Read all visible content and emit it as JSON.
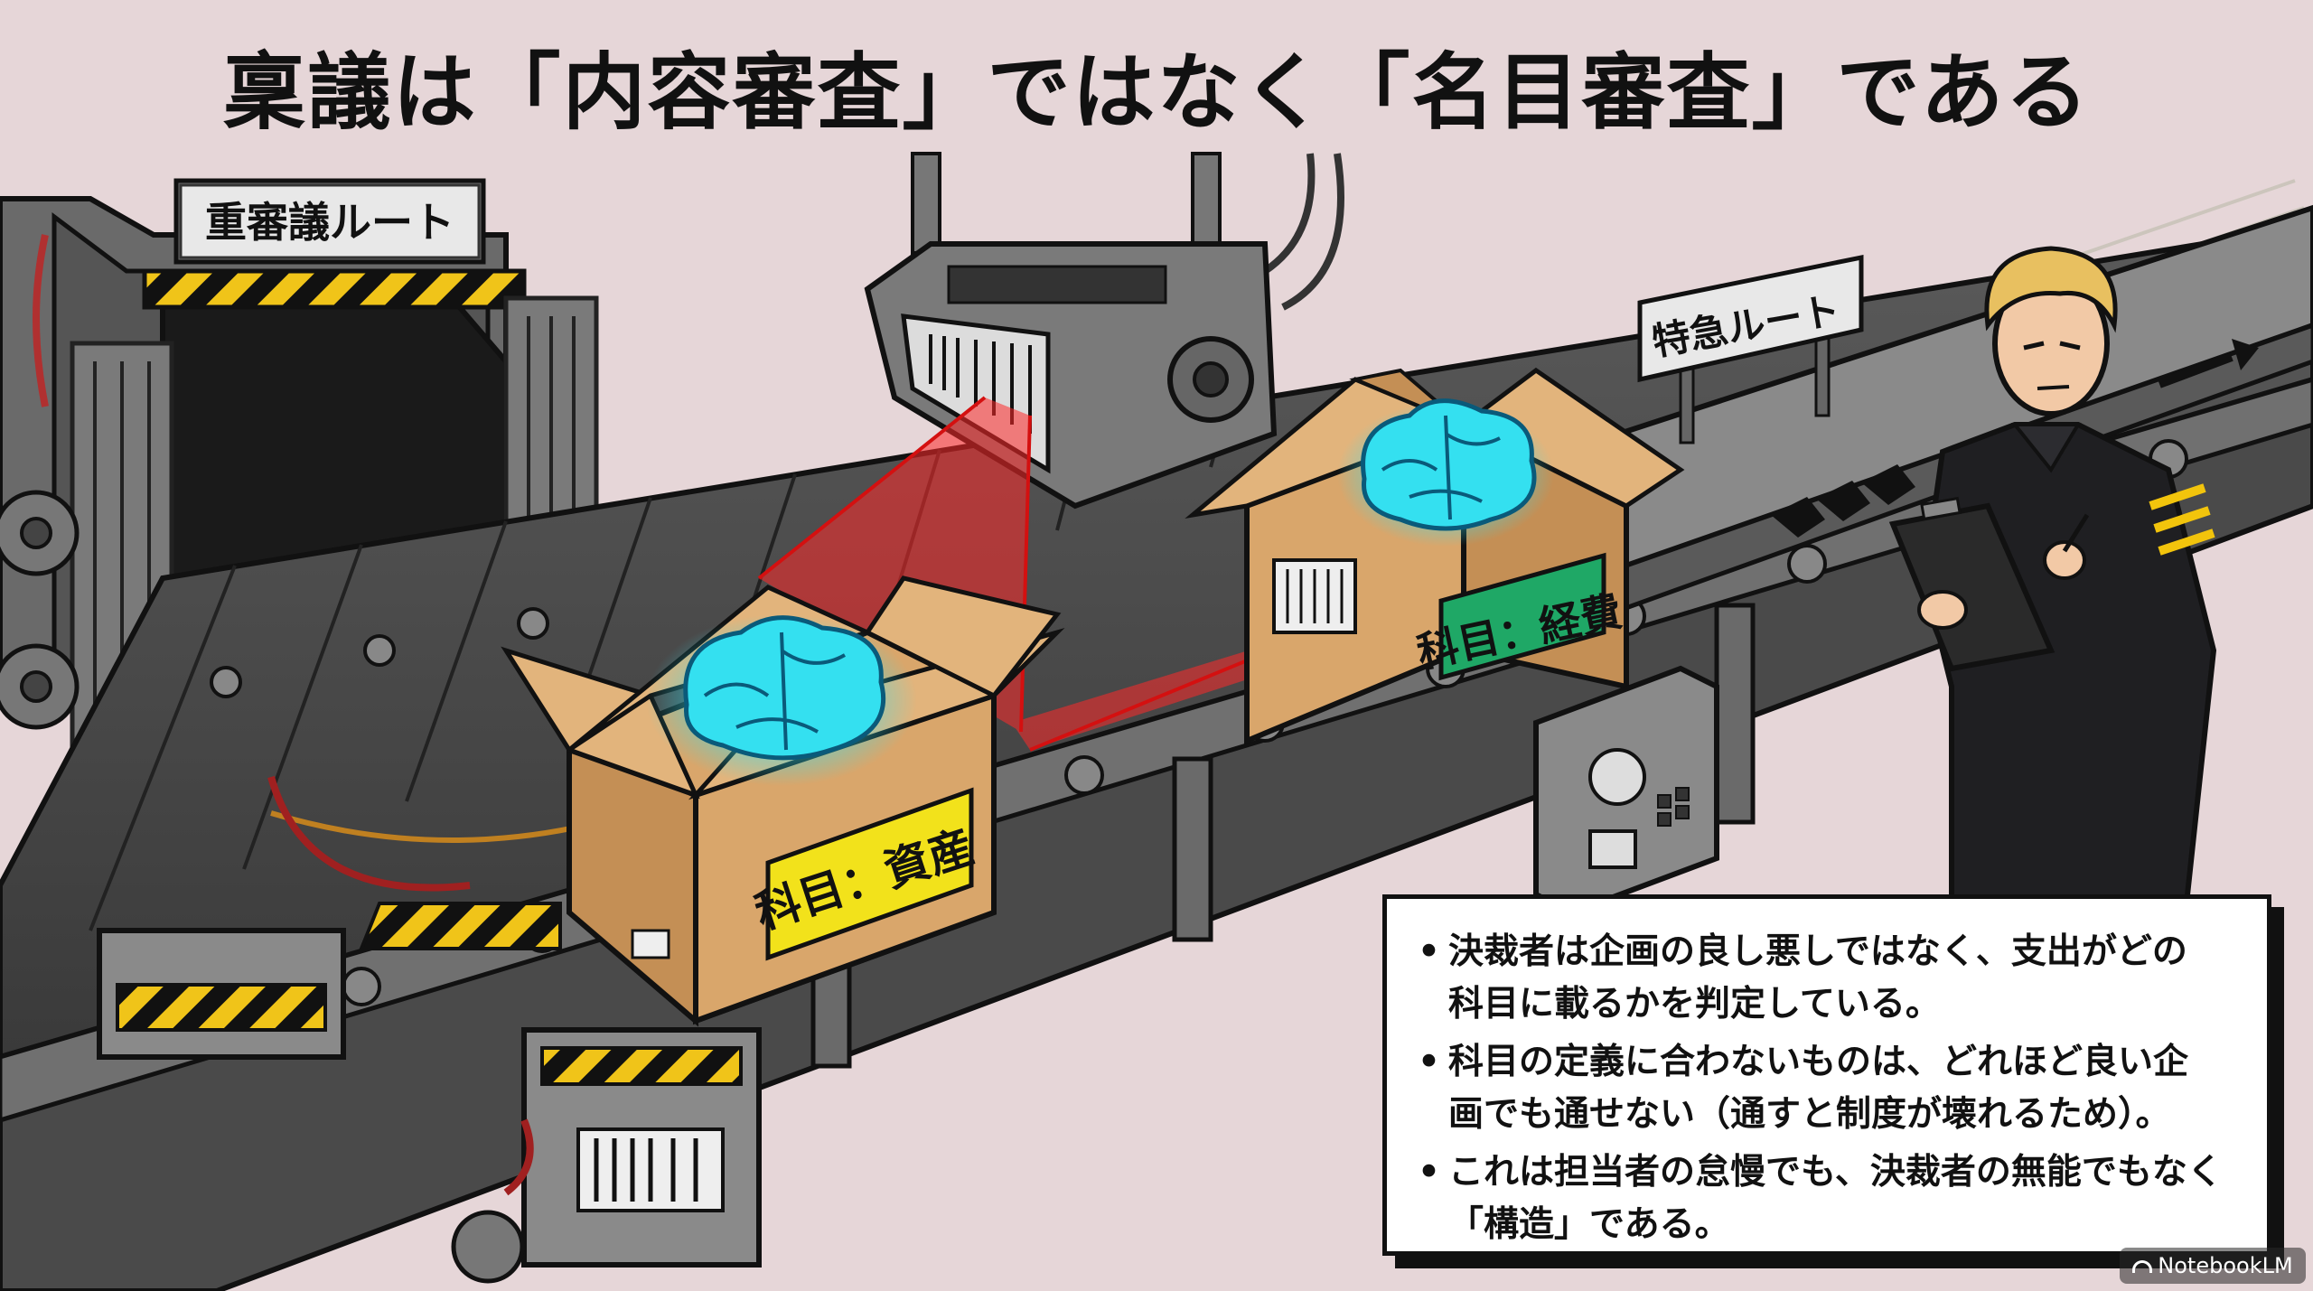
{
  "title": "稟議は「内容審査」ではなく「名目審査」である",
  "signs": {
    "heavy_route": "重審議ルート",
    "express_route": "特急ルート"
  },
  "box_labels": {
    "assets": "科目：資産",
    "expenses": "科目：経費"
  },
  "bullets": [
    "決裁者は企画の良し悪しではなく、支出がどの\n科目に載るかを判定している。",
    "科目の定義に合わないものは、どれほど良い企\n画でも通せない（通すと制度が壊れるため）。",
    "これは担当者の怠慢でも、決裁者の無能でもなく\n「構造」である。"
  ],
  "watermark": "NotebookLM",
  "colors": {
    "background": "#e6d6d8",
    "brain": "#34e0f0",
    "scanner_beam": "#ff2a2a",
    "label_yellow": "#f2e21b",
    "label_green": "#1fa866",
    "cardboard": "#d9a66b"
  },
  "icons": [
    "brain-icon",
    "barcode-icon",
    "scanner-icon",
    "conveyor-icon",
    "clipboard-icon",
    "arrow-icon"
  ]
}
